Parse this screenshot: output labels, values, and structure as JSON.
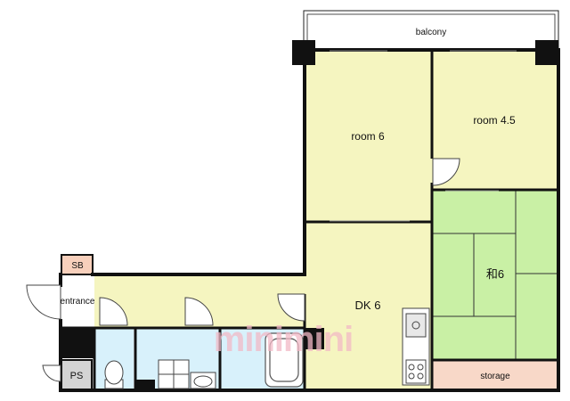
{
  "rooms": {
    "balcony": "balcony",
    "room6": "room 6",
    "room45": "room 4.5",
    "dk6": "DK 6",
    "washitsu6": "和6",
    "storage": "storage",
    "entrance": "entrance",
    "sb": "SB",
    "ps": "PS"
  },
  "watermark": "minimini",
  "colors": {
    "room_yellow": "#f5f5c0",
    "tatami_green": "#c9f0a5",
    "wet_blue": "#d8f1fb",
    "storage_pink": "#f8d8c8",
    "sb_pink": "#f8d0bc",
    "ps_gray": "#d4d4d4",
    "wall": "#111111",
    "watermark_pink": "#f2b8c6"
  }
}
